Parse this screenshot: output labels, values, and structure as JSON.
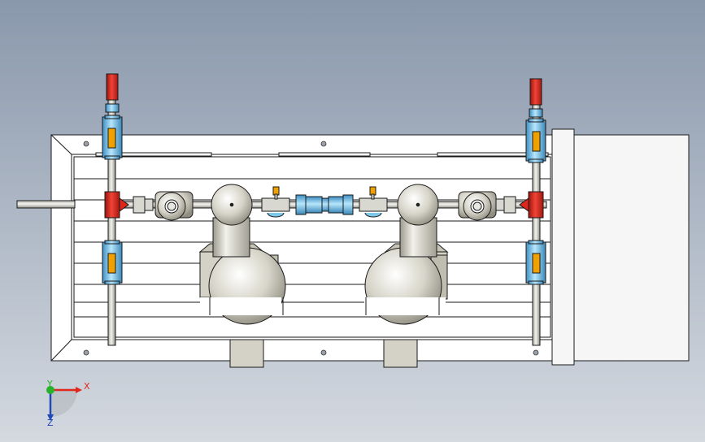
{
  "viewport": {
    "background_top": "#8a98ac",
    "background_bottom": "#d4d9e0"
  },
  "colors": {
    "outline": "#1a1a1a",
    "frame": "#ffffff",
    "rail": "#ffffff",
    "pipe": "#d8d8d0",
    "body_metal": "#d4d2c6",
    "body_shade": "#a7a597",
    "valve_red": "#e0251b",
    "fitting_blue": "#7ec8ea",
    "fitting_blue_dark": "#2f79ad",
    "gauge_yellow": "#f0a100",
    "motor_box": "#f6f6f6",
    "axis_x": "#e1261c",
    "axis_y": "#26b32b",
    "axis_z": "#2148b8"
  },
  "triad": {
    "x_label": "X",
    "y_label": "Y",
    "z_label": "Z"
  }
}
